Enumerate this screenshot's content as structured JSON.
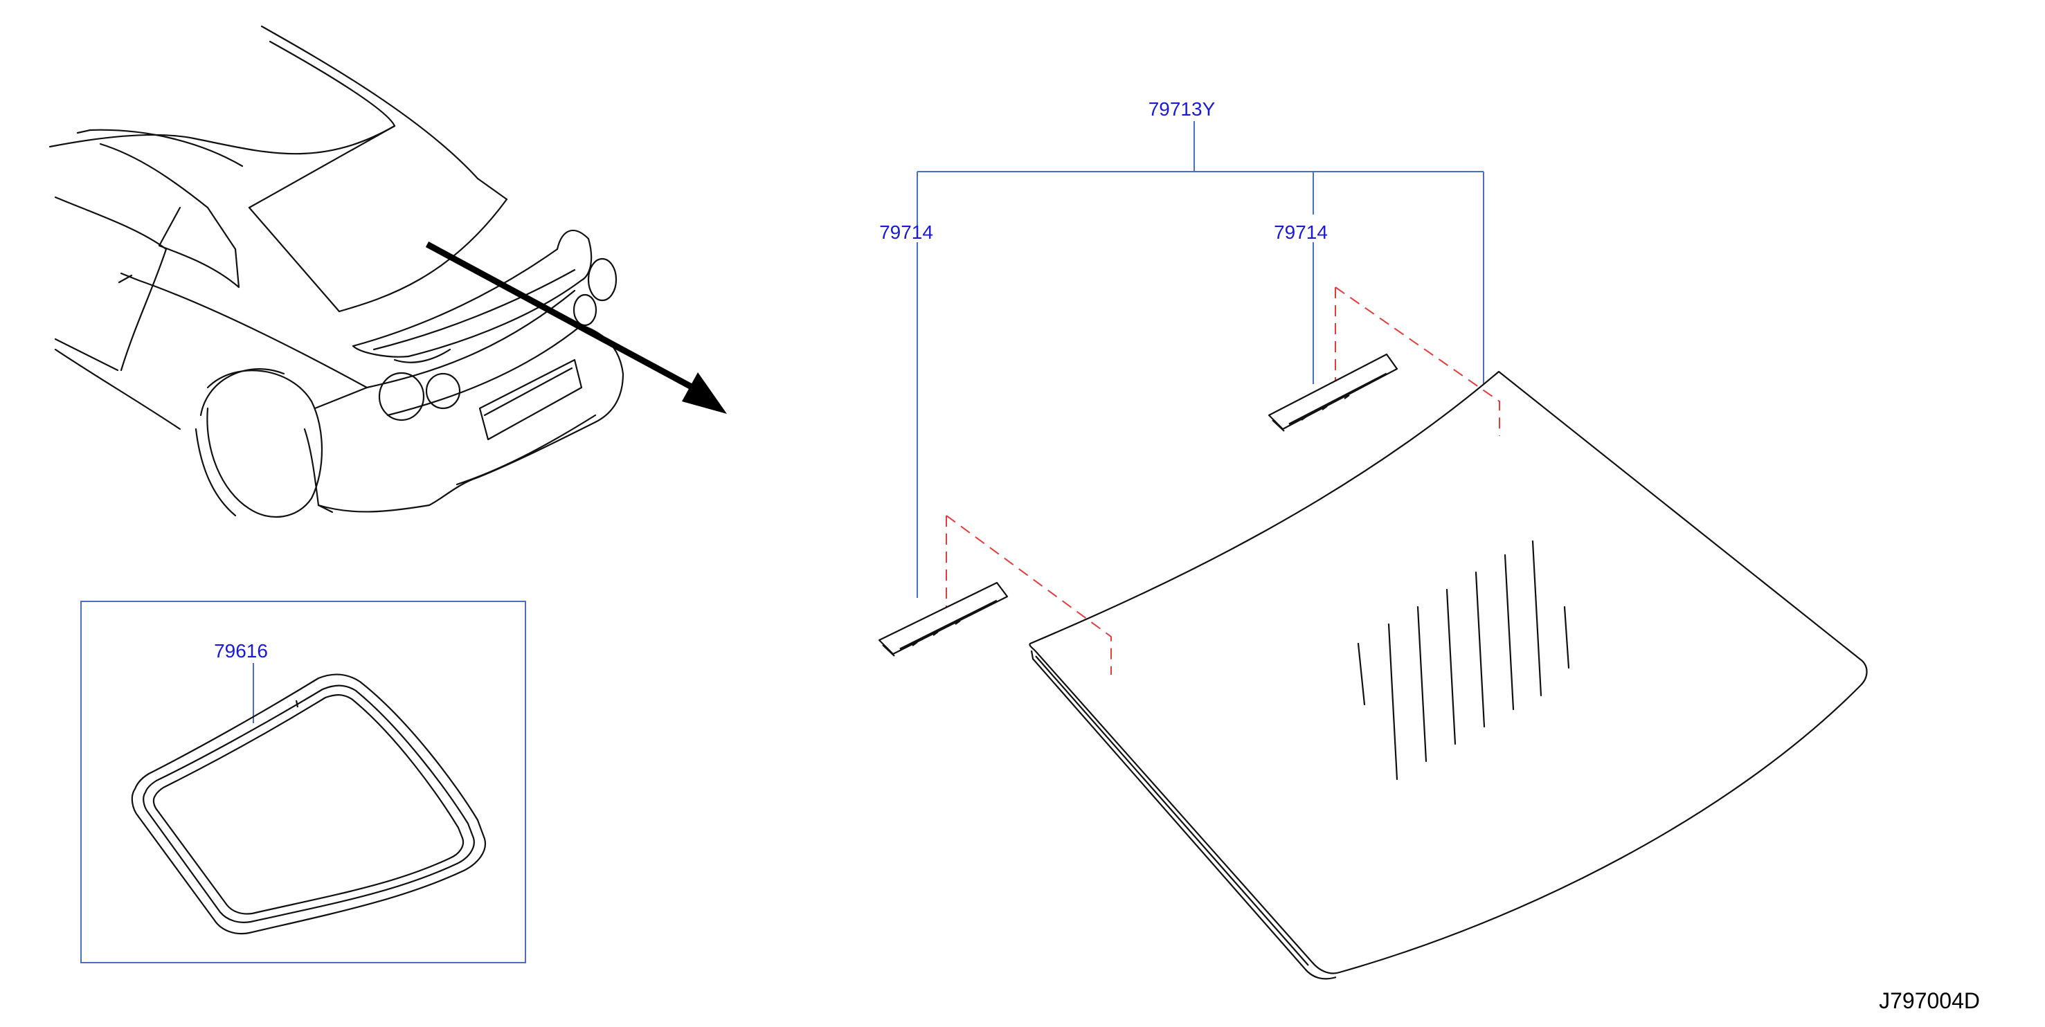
{
  "callouts": {
    "assembly": "79713Y",
    "left_part": "79714",
    "right_part": "79714",
    "sealant": "79616"
  },
  "diagram_id": "J797004D",
  "colors": {
    "callout_text": "#1a1ad6",
    "leader_line": "#4a6fc2",
    "outline": "#111111",
    "dashed_guide": "#e23c3c",
    "arrow": "#000000"
  }
}
